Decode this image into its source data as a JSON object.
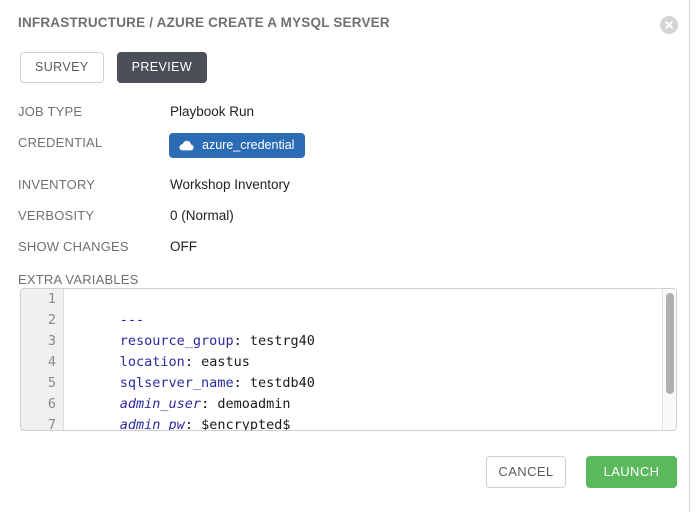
{
  "header": {
    "title": "INFRASTRUCTURE / AZURE CREATE A MYSQL SERVER",
    "close_icon": "close-icon"
  },
  "tabs": [
    {
      "label": "SURVEY",
      "active": false
    },
    {
      "label": "PREVIEW",
      "active": true
    }
  ],
  "details": [
    {
      "label": "JOB TYPE",
      "value": "Playbook Run",
      "type": "text"
    },
    {
      "label": "CREDENTIAL",
      "value": "azure_credential",
      "type": "badge",
      "icon": "cloud-icon",
      "color": "#2b6cb4"
    },
    {
      "label": "INVENTORY",
      "value": "Workshop Inventory",
      "type": "text"
    },
    {
      "label": "VERBOSITY",
      "value": "0 (Normal)",
      "type": "text"
    },
    {
      "label": "SHOW CHANGES",
      "value": "OFF",
      "type": "text"
    }
  ],
  "extra_variables": {
    "label": "EXTRA VARIABLES",
    "line_numbers": [
      "1",
      "2",
      "3",
      "4",
      "5",
      "6",
      "7"
    ],
    "lines": [
      {
        "num": "1",
        "key": "---",
        "sep": "",
        "value": "",
        "style": "doc"
      },
      {
        "num": "2",
        "key": "resource_group",
        "sep": ": ",
        "value": "testrg40",
        "style": "key"
      },
      {
        "num": "3",
        "key": "location",
        "sep": ": ",
        "value": "eastus",
        "style": "key"
      },
      {
        "num": "4",
        "key": "sqlserver_name",
        "sep": ": ",
        "value": "testdb40",
        "style": "key"
      },
      {
        "num": "5",
        "key": "admin_user",
        "sep": ": ",
        "value": "demoadmin",
        "style": "key-em"
      },
      {
        "num": "6",
        "key": "admin_pw",
        "sep": ": ",
        "value": "$encrypted$",
        "style": "key-em"
      },
      {
        "num": "7",
        "key": "",
        "sep": "",
        "value": "",
        "style": "key"
      }
    ]
  },
  "footer": {
    "cancel_label": "CANCEL",
    "launch_label": "LAUNCH",
    "launch_color": "#5cb85c"
  }
}
